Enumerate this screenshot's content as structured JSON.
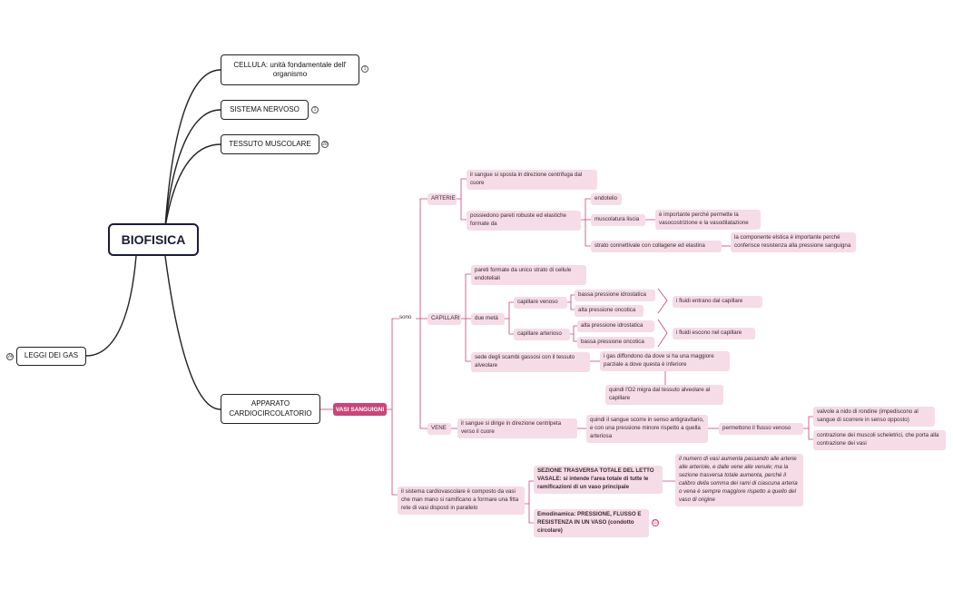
{
  "central": "BIOFISICA",
  "topics": {
    "cellula": "CELLULA: unità fondamentale dell' organismo",
    "sistema_nervoso": "SISTEMA NERVOSO",
    "tessuto_muscolare": "TESSUTO MUSCOLARE",
    "leggi_gas": "LEGGI DEI GAS",
    "apparato": "APPARATO CARDIOCIRCOLATORIO"
  },
  "badges": {
    "cellula": "1",
    "sistema_nervoso": "1",
    "tessuto_muscolare": "28",
    "leggi_gas": "24",
    "emodinamica": "10"
  },
  "vasi": {
    "label": "VASI SANGUIGNI",
    "sono": "sono",
    "arterie": {
      "label": "ARTERIE",
      "centrifuga": "il sangue si sposta in direzione centrifuga dal cuore",
      "pareti": "possiedono pareti robuste ed elastiche formate da",
      "endotelio": "endotelio",
      "muscolatura": "muscolatura liscia",
      "muscolatura_note": "è importante perché permette la vasocostrizione e la vasodilatazione",
      "strato": "strato connettivale con collagene ed elastina",
      "strato_note": "la componente elstica è importante perché conferisce resistenza alla pressione sanguigna"
    },
    "capillari": {
      "label": "CAPILLARI",
      "pareti": "pareti formate da unico strato di cellule endoteliali",
      "due_meta": "due metà",
      "venoso": "capillare venoso",
      "venoso_bassa": "bassa pressione idrostatica",
      "venoso_alta": "alta pressione oncotica",
      "entrano": "i fluidi entrano dal capillare",
      "arterioso": "capillare arterioso",
      "arterioso_alta": "alta pressione idrostatica",
      "arterioso_bassa": "bassa pressione oncotica",
      "escono": "i fluidi escono nel capillare",
      "sede": "sede degli scambi gassosi con il tessuto alveolare",
      "gas": "i gas diffondono da dove si ha una maggiore parziale a dove questa è inferiore",
      "o2": "quindi l'O2 migra dal tessuto alveolare al capillare"
    },
    "vene": {
      "label": "VENE",
      "centripeta": "il sangue si dirige in direzione centripeta verso il cuore",
      "quindi": "quindi il sangue scorre in senso antigravitario, e con una pressione minore rispetto a quella arteriosa",
      "permettono": "permettono il flusso venoso",
      "valvole": "valvole a nido di rondine (impediscono al sangue di scorrere in senso opposto)",
      "contrazione": "contrazione dei muscoli scheletrici, che porta alla contrazione dei vasi"
    },
    "sistema": {
      "text": "il sistema cardiovascolare è composto da vasi che man mano si ramificano a formare una fitta rete di vasi disposti in parallelo",
      "sezione": "SEZIONE TRASVERSA TOTALE DEL LETTO VASALE: si intende l'area totale di tutte le ramificazioni di un vaso principale",
      "sezione_note": "il numero di vasi aumenta passando alle arterie alle arteriole, e dalle vene alle venule; ma la sezione trasversa totale aumenta, perché il calibro della somma dei rami di ciascuna arteria o vena è sempre maggiore rispetto a quello del vaso di origine",
      "emodinamica": "Emodinamica: PRESSIONE, FLUSSO E RESISTENZA IN UN VASO (condotto circolare)"
    }
  },
  "colors": {
    "branch_dark": "#222222",
    "branch_pink": "#c9457a",
    "node_pink": "#f6dce6"
  }
}
